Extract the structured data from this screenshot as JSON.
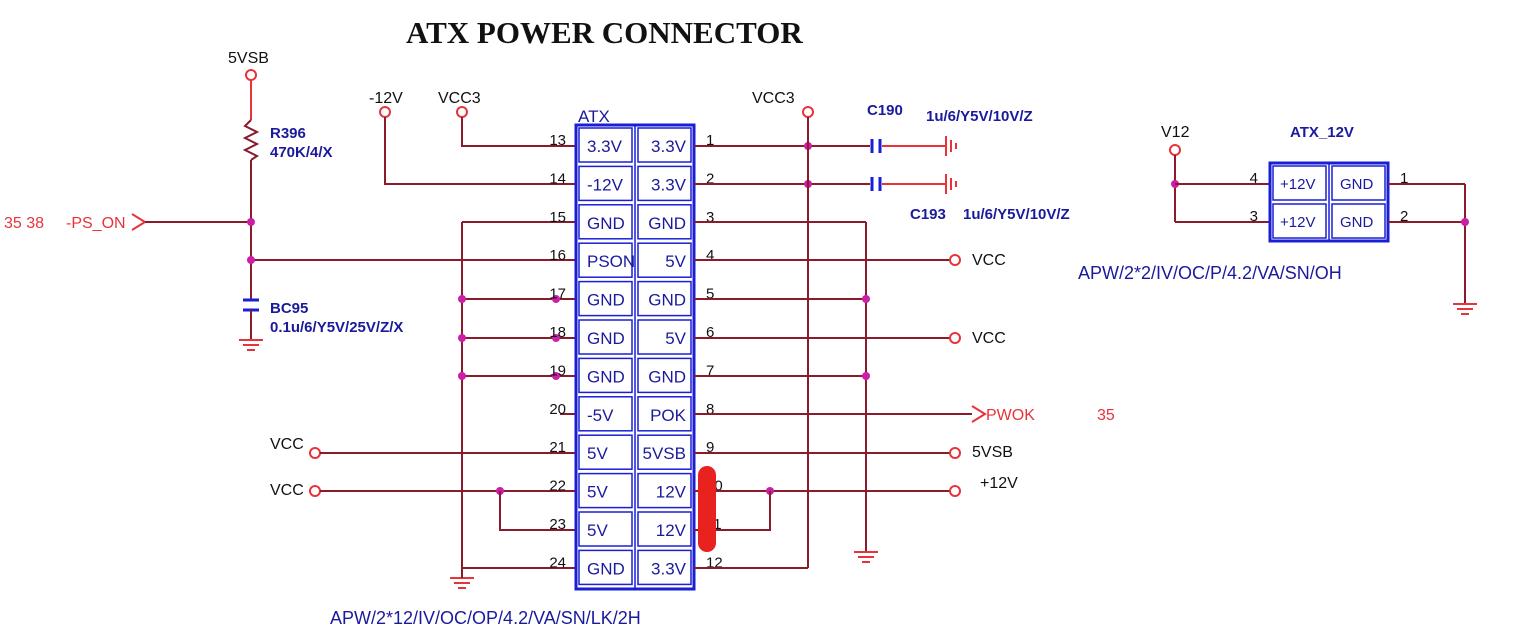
{
  "title": "ATX POWER CONNECTOR",
  "main_connector": {
    "ref": "ATX",
    "part": "APW/2*12/IV/OC/OP/4.2/VA/SN/LK/2H",
    "left_pins": [
      {
        "num": "13",
        "label": "3.3V"
      },
      {
        "num": "14",
        "label": "-12V"
      },
      {
        "num": "15",
        "label": "GND"
      },
      {
        "num": "16",
        "label": "PSON"
      },
      {
        "num": "17",
        "label": "GND"
      },
      {
        "num": "18",
        "label": "GND"
      },
      {
        "num": "19",
        "label": "GND"
      },
      {
        "num": "20",
        "label": "-5V"
      },
      {
        "num": "21",
        "label": "5V"
      },
      {
        "num": "22",
        "label": "5V"
      },
      {
        "num": "23",
        "label": "5V"
      },
      {
        "num": "24",
        "label": "GND"
      }
    ],
    "right_pins": [
      {
        "num": "1",
        "label": "3.3V"
      },
      {
        "num": "2",
        "label": "3.3V"
      },
      {
        "num": "3",
        "label": "GND"
      },
      {
        "num": "4",
        "label": "5V"
      },
      {
        "num": "5",
        "label": "GND"
      },
      {
        "num": "6",
        "label": "5V"
      },
      {
        "num": "7",
        "label": "GND"
      },
      {
        "num": "8",
        "label": "POK"
      },
      {
        "num": "9",
        "label": "5VSB"
      },
      {
        "num": "10",
        "label": "12V"
      },
      {
        "num": "11",
        "label": "12V"
      },
      {
        "num": "12",
        "label": "3.3V"
      }
    ]
  },
  "aux_connector": {
    "ref": "ATX_12V",
    "part": "APW/2*2/IV/OC/P/4.2/VA/SN/OH",
    "left_pins": [
      {
        "num": "4",
        "label": "+12V"
      },
      {
        "num": "3",
        "label": "+12V"
      }
    ],
    "right_pins": [
      {
        "num": "1",
        "label": "GND"
      },
      {
        "num": "2",
        "label": "GND"
      }
    ],
    "net": "V12"
  },
  "components": {
    "r396": {
      "ref": "R396",
      "value": "470K/4/X"
    },
    "bc95": {
      "ref": "BC95",
      "value": "0.1u/6/Y5V/25V/Z/X"
    },
    "c190": {
      "ref": "C190",
      "value": "1u/6/Y5V/10V/Z"
    },
    "c193": {
      "ref": "C193",
      "value": "1u/6/Y5V/10V/Z"
    }
  },
  "nets": {
    "fivevsb_top": "5VSB",
    "neg12": "-12V",
    "vcc3_a": "VCC3",
    "vcc3_b": "VCC3",
    "ps_on": "-PS_ON",
    "ps_on_ref": "35 38",
    "vcc_4": "VCC",
    "vcc_6": "VCC",
    "pwok": "PWOK",
    "pwok_ref": "35",
    "fivevsb_9": "5VSB",
    "plus12": "+12V",
    "vcc_21": "VCC",
    "vcc_22": "VCC"
  }
}
